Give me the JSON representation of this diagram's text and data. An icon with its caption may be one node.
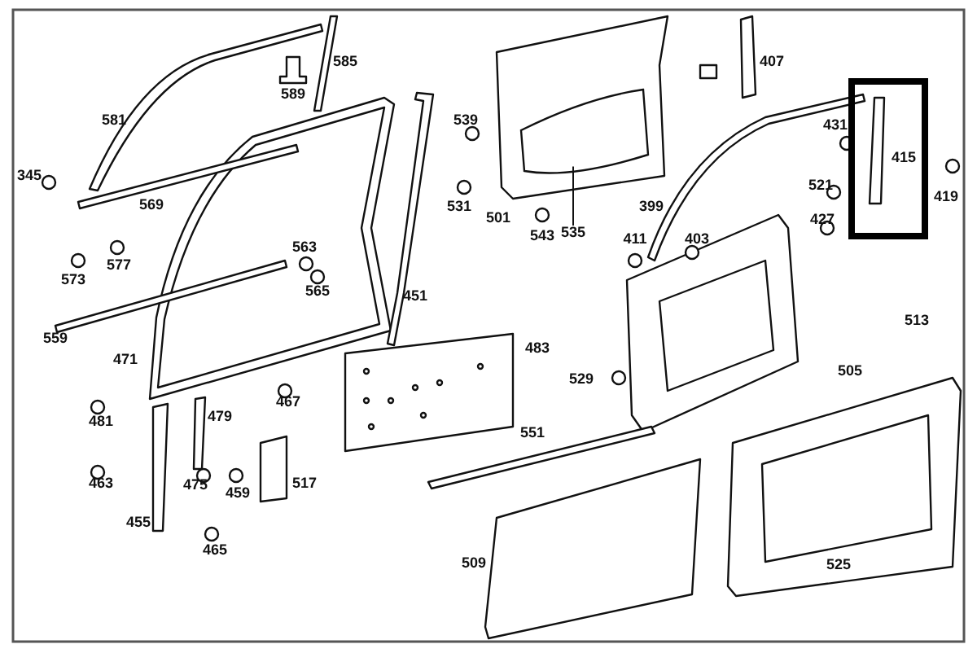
{
  "diagram": {
    "nodes": [
      {
        "text": [
          "535"
        ]
      },
      {
        "text": [],
        "shape": "picture"
      }
    ],
    "edges": [
      {
        "from": 0,
        "to": 1,
        "arrow": "none"
      }
    ],
    "labels": [
      "589",
      "585",
      "407",
      "581",
      "539",
      "431",
      "345",
      "521",
      "415",
      "419",
      "569",
      "531",
      "501",
      "399",
      "427",
      "563",
      "543",
      "411",
      "403",
      "573",
      "577",
      "565",
      "451",
      "559",
      "471",
      "483",
      "529",
      "505",
      "513",
      "481",
      "479",
      "467",
      "551",
      "463",
      "475",
      "459",
      "517",
      "455",
      "465",
      "509",
      "525"
    ]
  }
}
